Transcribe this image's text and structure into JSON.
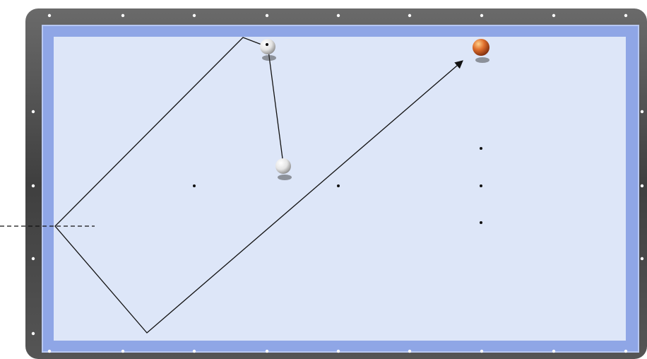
{
  "table": {
    "rail_color": "#4a4a4a",
    "cushion_color": "#8fa6e6",
    "cloth_color": "#dde6f8",
    "diamond_color": "#ffffff",
    "spot_color": "#111111",
    "diamonds_per_long_rail": 8,
    "diamonds_per_short_rail": 4
  },
  "balls": {
    "cue_ball": {
      "color": "#f2f2f2",
      "has_dot": true
    },
    "second_white": {
      "color": "#f4f4f4"
    },
    "red_ball": {
      "color": "#d9612a"
    }
  },
  "paths": {
    "cue_path_color": "#111111",
    "aim_line_style": "dashed"
  }
}
